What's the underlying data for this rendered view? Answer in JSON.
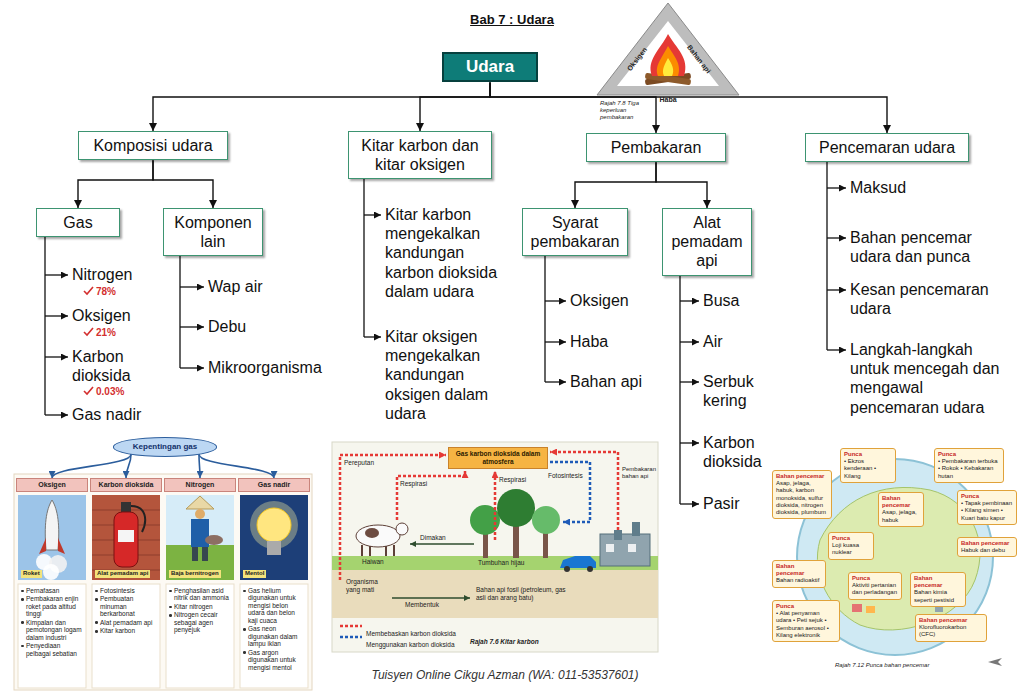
{
  "diagram": {
    "title": "Bab 7 : Udara",
    "nodes": [
      {
        "text": [
          "Udara"
        ]
      },
      {
        "text": [
          "Komposisi udara"
        ]
      },
      {
        "text": [
          "Kitar karbon dan kitar oksigen"
        ]
      },
      {
        "text": [
          "Pembakaran"
        ]
      },
      {
        "text": [
          "Pencemaran udara"
        ]
      },
      {
        "text": [
          "Gas"
        ]
      },
      {
        "text": [
          "Komponen lain"
        ]
      },
      {
        "text": [
          "Syarat pembakaran"
        ]
      },
      {
        "text": [
          "Alat pemadam api"
        ]
      },
      {
        "text": [
          "Kepentingan gas"
        ]
      },
      {
        "text": [
          "Oksigen"
        ]
      },
      {
        "text": [
          "Karbon dioksida"
        ]
      },
      {
        "text": [
          "Nitrogen"
        ]
      },
      {
        "text": [
          "Gas nadir"
        ]
      },
      {
        "text": [
          "Gas karbon dioksida dalam atmosfera"
        ]
      },
      {
        "text": [
          "Punca",
          "• Ekzos kenderaan • Kilang"
        ]
      },
      {
        "text": [
          "Bahan pencemar",
          "Asap, jelaga, habuk, karbon monoksida, sulfur dioksida, nitrogen dioksida, plumbum"
        ]
      },
      {
        "text": [
          "Punca",
          "• Pembakaran terbuka • Rokok • Kebakaran hutan"
        ]
      },
      {
        "text": [
          "Bahan pencemar",
          "Asap, jelaga, habuk"
        ]
      },
      {
        "text": [
          "Punca",
          "• Tapak pembinaan • Kilang simen • Kuari batu kapur"
        ]
      },
      {
        "text": [
          "Bahan pencemar",
          "Habuk dan debu"
        ]
      },
      {
        "text": [
          "Punca",
          "Loji kuasa nuklear"
        ]
      },
      {
        "text": [
          "Bahan pencemar",
          "Bahan radioaktif"
        ]
      },
      {
        "text": [
          "Punca",
          "Aktiviti pertanian dan perladangan"
        ]
      },
      {
        "text": [
          "Bahan pencemar",
          "Bahan kimia seperti pestisid"
        ]
      },
      {
        "text": [
          "Punca",
          "• Alat penyaman udara • Peti sejuk • Semburan aerosol • Kilang elektronik"
        ]
      },
      {
        "text": [
          "Bahan pencemar",
          "Klorofluorokarbon (CFC)"
        ]
      }
    ],
    "edges": [
      {
        "from": 0,
        "to": 1,
        "arrow": "to"
      },
      {
        "from": 0,
        "to": 2,
        "arrow": "to"
      },
      {
        "from": 0,
        "to": 3,
        "arrow": "to"
      },
      {
        "from": 0,
        "to": 4,
        "arrow": "to"
      },
      {
        "from": 1,
        "to": 5,
        "arrow": "to"
      },
      {
        "from": 1,
        "to": 6,
        "arrow": "to"
      },
      {
        "from": 3,
        "to": 7,
        "arrow": "to"
      },
      {
        "from": 3,
        "to": 8,
        "arrow": "to"
      },
      {
        "from": 9,
        "to": 10,
        "arrow": "to"
      },
      {
        "from": 9,
        "to": 11,
        "arrow": "to"
      },
      {
        "from": 9,
        "to": 12,
        "arrow": "to"
      },
      {
        "from": 9,
        "to": 13,
        "arrow": "to"
      }
    ],
    "labels": [
      "78%",
      "21%",
      "0.03%",
      "Nitrogen",
      "Oksigen",
      "Karbon dioksida",
      "Gas nadir",
      "Wap air",
      "Debu",
      "Mikroorganisma",
      "Kitar karbon mengekalkan kandungan karbon dioksida dalam udara",
      "Kitar oksigen mengekalkan kandungan oksigen dalam udara",
      "Oksigen",
      "Haba",
      "Bahan api",
      "Busa",
      "Air",
      "Serbuk kering",
      "Karbon dioksida",
      "Pasir",
      "Maksud",
      "Bahan pencemar udara dan punca",
      "Kesan pencemaran udara",
      "Langkah-langkah untuk mencegah dan mengawal pencemaran udara",
      "Oksigen",
      "Bahan api",
      "Haba",
      "Rajah 7.8 Tiga keperluan pembakaran",
      "Roket",
      "Pernafasan",
      "Pembakaran enjin roket pada altitud tinggi",
      "Kimpalan dan pemotongan logam dalam industri",
      "Penyediaan pelbagai sebatian",
      "Alat pemadam api",
      "Fotosintesis",
      "Pembuatan minuman berkarbonat",
      "Alat pemadam api",
      "Kitar karbon",
      "Baja bernitrogen",
      "Penghasilan asid nitrik dan ammonia",
      "Kitar nitrogen",
      "Nitrogen cecair sebagai agen penyejuk",
      "Mentol",
      "Gas helium digunakan untuk mengisi belon udara dan belon kaji cuaca",
      "Gas neon digunakan dalam lampu iklan",
      "Gas argon digunakan untuk mengisi mentol",
      "Pereputan",
      "Respirasi",
      "Respirasi",
      "Fotosintesis",
      "Pembakaran bahan api",
      "Dimakan",
      "Haiwan",
      "Tumbuhan hijau",
      "Organisma yang mati",
      "Membentuk",
      "Bahan api fosil (petroleum, gas asli dan arang batu)",
      "Rajah 7.6 Kitar karbon",
      "Rajah 7.12 Punca bahan pencemar",
      "Tuisyen Online Cikgu Azman (WA: 011-53537601)"
    ],
    "legend": [
      {
        "text": "Membebaskan karbon dioksida"
      },
      {
        "text": "Menggunakan karbon dioksida"
      }
    ]
  }
}
